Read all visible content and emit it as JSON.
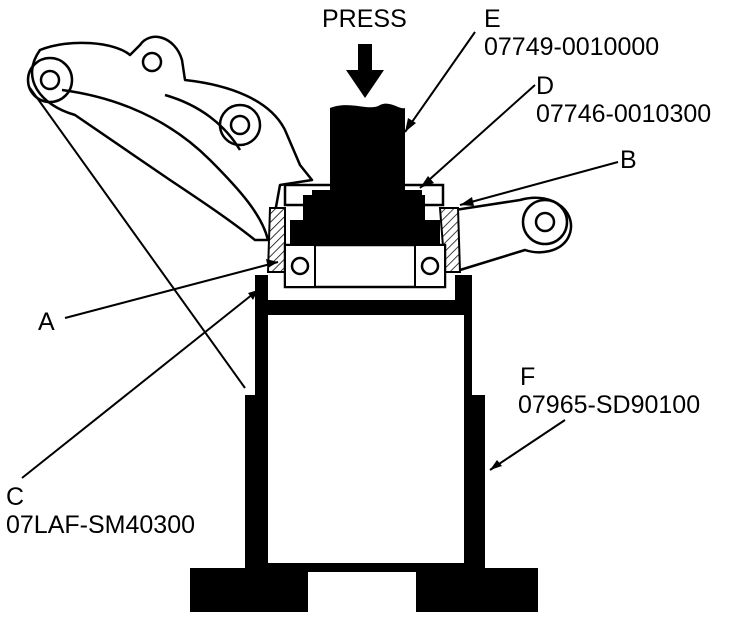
{
  "press_label": "PRESS",
  "labels": {
    "a": {
      "letter": "A"
    },
    "b": {
      "letter": "B"
    },
    "c": {
      "letter": "C",
      "part_number": "07LAF-SM40300"
    },
    "d": {
      "letter": "D",
      "part_number": "07746-0010300"
    },
    "e": {
      "letter": "E",
      "part_number": "07749-0010000"
    },
    "f": {
      "letter": "F",
      "part_number": "07965-SD90100"
    }
  },
  "colors": {
    "ink": "#000000",
    "paper": "#ffffff"
  }
}
